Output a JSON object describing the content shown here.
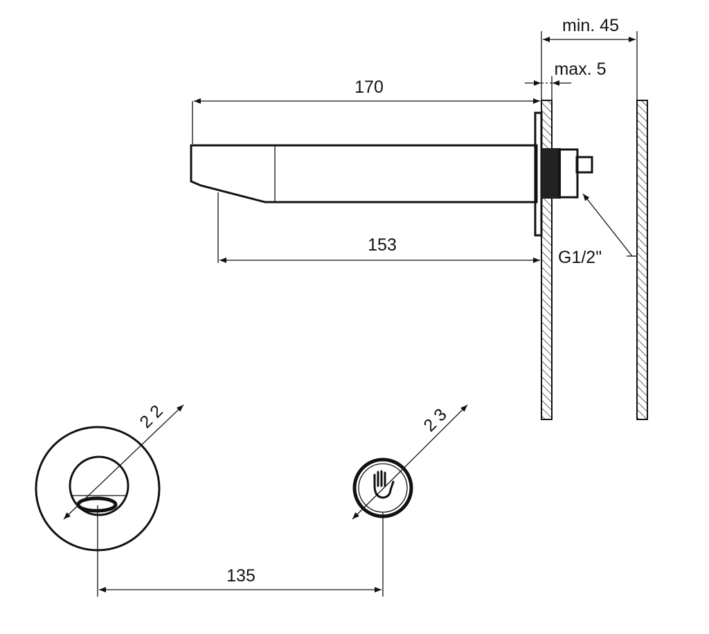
{
  "dimensions": {
    "min_wall_gap": "min. 45",
    "max_plate_gap": "max. 5",
    "spout_total_length": "170",
    "spout_projection": "153",
    "thread": "G1/2\"",
    "outlet_diameter": "2 2",
    "sensor_diameter": "2 3",
    "outlet_to_sensor_spacing": "135"
  },
  "icons": {
    "sensor": "hand-icon"
  }
}
